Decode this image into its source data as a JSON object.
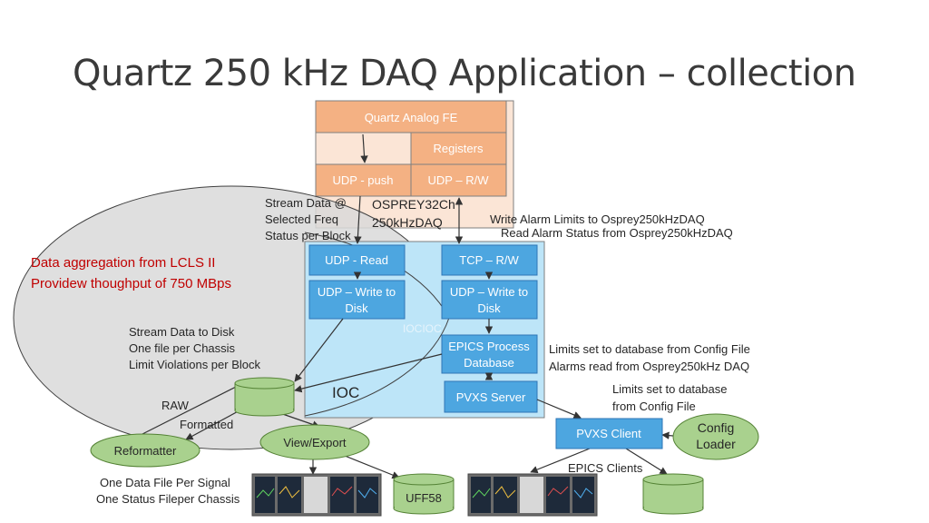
{
  "title": "Quartz 250 kHz DAQ Application – collection",
  "fe": {
    "header": "Quartz Analog FE",
    "registers": "Registers",
    "udp_push": "UDP - push",
    "udp_rw": "UDP – R/W",
    "osprey_line1": "OSPREY32Ch",
    "osprey_line2": "250kHzDAQ"
  },
  "stream_note": [
    "Stream Data @",
    "Selected Freq",
    "Status per Block"
  ],
  "write_alarm": "Write Alarm Limits to Osprey250kHzDAQ",
  "read_alarm": "Read Alarm Status from Osprey250kHzDAQ",
  "aggregation": [
    "Data aggregation from LCLS II",
    "Providew thoughput of 750 MBps"
  ],
  "ioc": {
    "udp_read": "UDP - Read",
    "tcp_rw": "TCP – R/W",
    "udp_write_disk_1": [
      "UDP – Write to",
      "Disk"
    ],
    "udp_write_disk_2": [
      "UDP – Write to",
      "Disk"
    ],
    "ghost_label": "IOCIOC",
    "epics_db": [
      "EPICS Process",
      "Database"
    ],
    "pvxs_server": "PVXS Server",
    "label": "IOC"
  },
  "disk_note": [
    "Stream Data to Disk",
    "One file per Chassis",
    "Limit Violations per Block"
  ],
  "limits_note": [
    "Limits set to database from Config File",
    "Alarms read from Osprey250kHz DAQ"
  ],
  "limits_db_note": [
    "Limits set to database",
    "from Config File"
  ],
  "raw_label": "RAW",
  "formatted_label": "Formatted",
  "reformatter": "Reformatter",
  "view_export": "View/Export",
  "uff58": "UFF58",
  "pvxs_client": "PVXS Client",
  "config_loader": [
    "Config",
    "Loader"
  ],
  "epics_clients": "EPICS Clients",
  "file_note": [
    "One Data File Per Signal",
    "One Status Fileper Chassis"
  ],
  "colors": {
    "fe_orange": "#f4b183",
    "fe_panel": "#fbe5d6",
    "ioc_bg": "#bde5f8",
    "blue_box": "#4da6e0",
    "green": "#a9d18e",
    "ellipse": "#d9d9d9"
  },
  "icons": [
    "monitor-screenshot-left",
    "monitor-screenshot-right"
  ]
}
